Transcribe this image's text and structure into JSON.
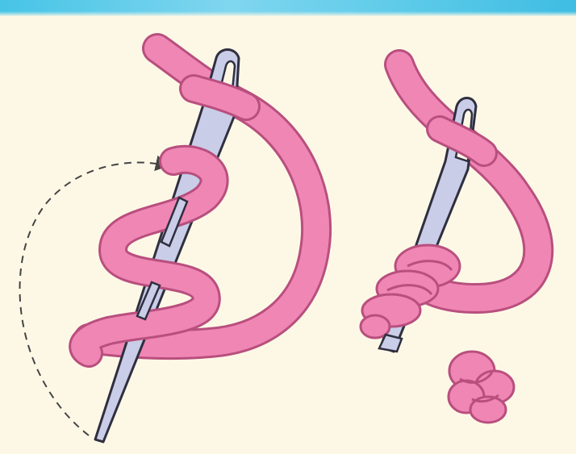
{
  "colors": {
    "background": "#fdf8e6",
    "header_band": "#5dcbe9",
    "thread": "#ef86b4",
    "thread_shadow": "#c8578a",
    "needle": "#c9cde8",
    "needle_outline": "#3a3a4a",
    "arrow": "#444444"
  },
  "figures": [
    {
      "id": "figure-1",
      "description_icon": "needle-wrapping-thread-icon"
    },
    {
      "id": "figure-2",
      "description_icon": "needle-pulling-knot-icon"
    },
    {
      "id": "figure-3",
      "description_icon": "finished-knot-icon"
    }
  ]
}
